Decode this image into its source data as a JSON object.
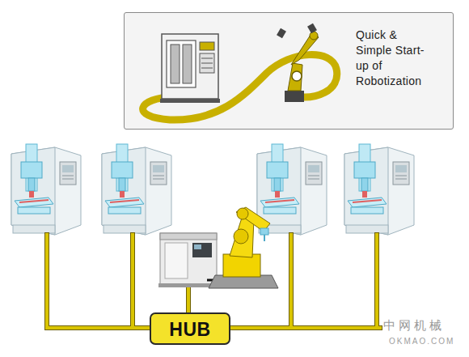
{
  "diagram": {
    "nodes": [
      {
        "text": [
          "Quick & Simple Start-up of Robotization"
        ]
      },
      {
        "text": [
          "HUB"
        ]
      }
    ],
    "labels": [
      "中网机械",
      "OKMAO.COM"
    ]
  }
}
